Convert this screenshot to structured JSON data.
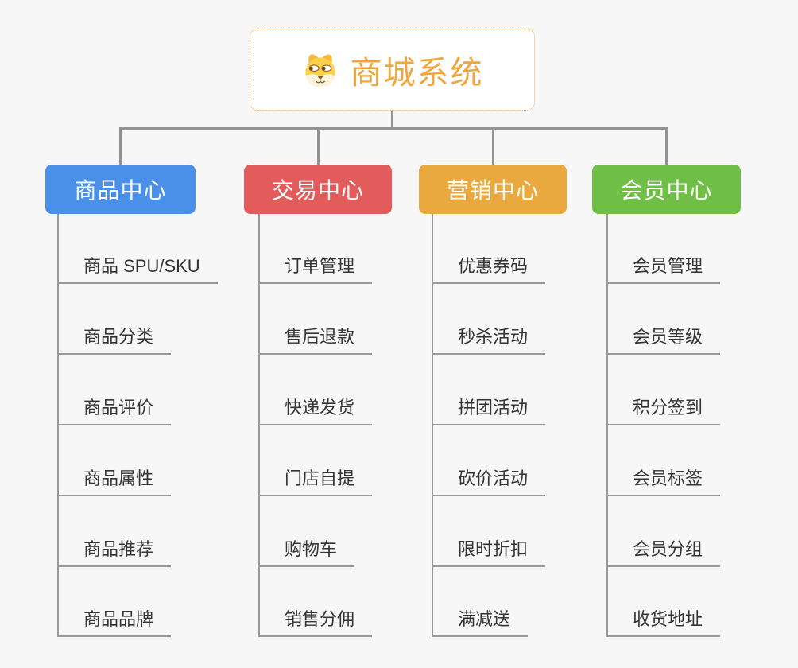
{
  "title": "商城系统",
  "canvas": {
    "background": "#f7f7f7"
  },
  "root": {
    "label": "商城系统",
    "icon": "dog-face-icon",
    "text_color": "#f0a640",
    "border_color": "#f0a845",
    "fill": "#ffffff"
  },
  "connector_color": "#929292",
  "leaf_line_color": "#999999",
  "leaf_text_color": "#333333",
  "branches": [
    {
      "label": "商品中心",
      "name": "product-center",
      "color": "#4a90e8",
      "children": [
        "商品 SPU/SKU",
        "商品分类",
        "商品评价",
        "商品属性",
        "商品推荐",
        "商品品牌"
      ]
    },
    {
      "label": "交易中心",
      "name": "trade-center",
      "color": "#e25c5c",
      "children": [
        "订单管理",
        "售后退款",
        "快递发货",
        "门店自提",
        "购物车",
        "销售分佣"
      ]
    },
    {
      "label": "营销中心",
      "name": "marketing-center",
      "color": "#e9a93f",
      "children": [
        "优惠券码",
        "秒杀活动",
        "拼团活动",
        "砍价活动",
        "限时折扣",
        "满减送"
      ]
    },
    {
      "label": "会员中心",
      "name": "member-center",
      "color": "#6fbe45",
      "children": [
        "会员管理",
        "会员等级",
        "积分签到",
        "会员标签",
        "会员分组",
        "收货地址"
      ]
    }
  ]
}
